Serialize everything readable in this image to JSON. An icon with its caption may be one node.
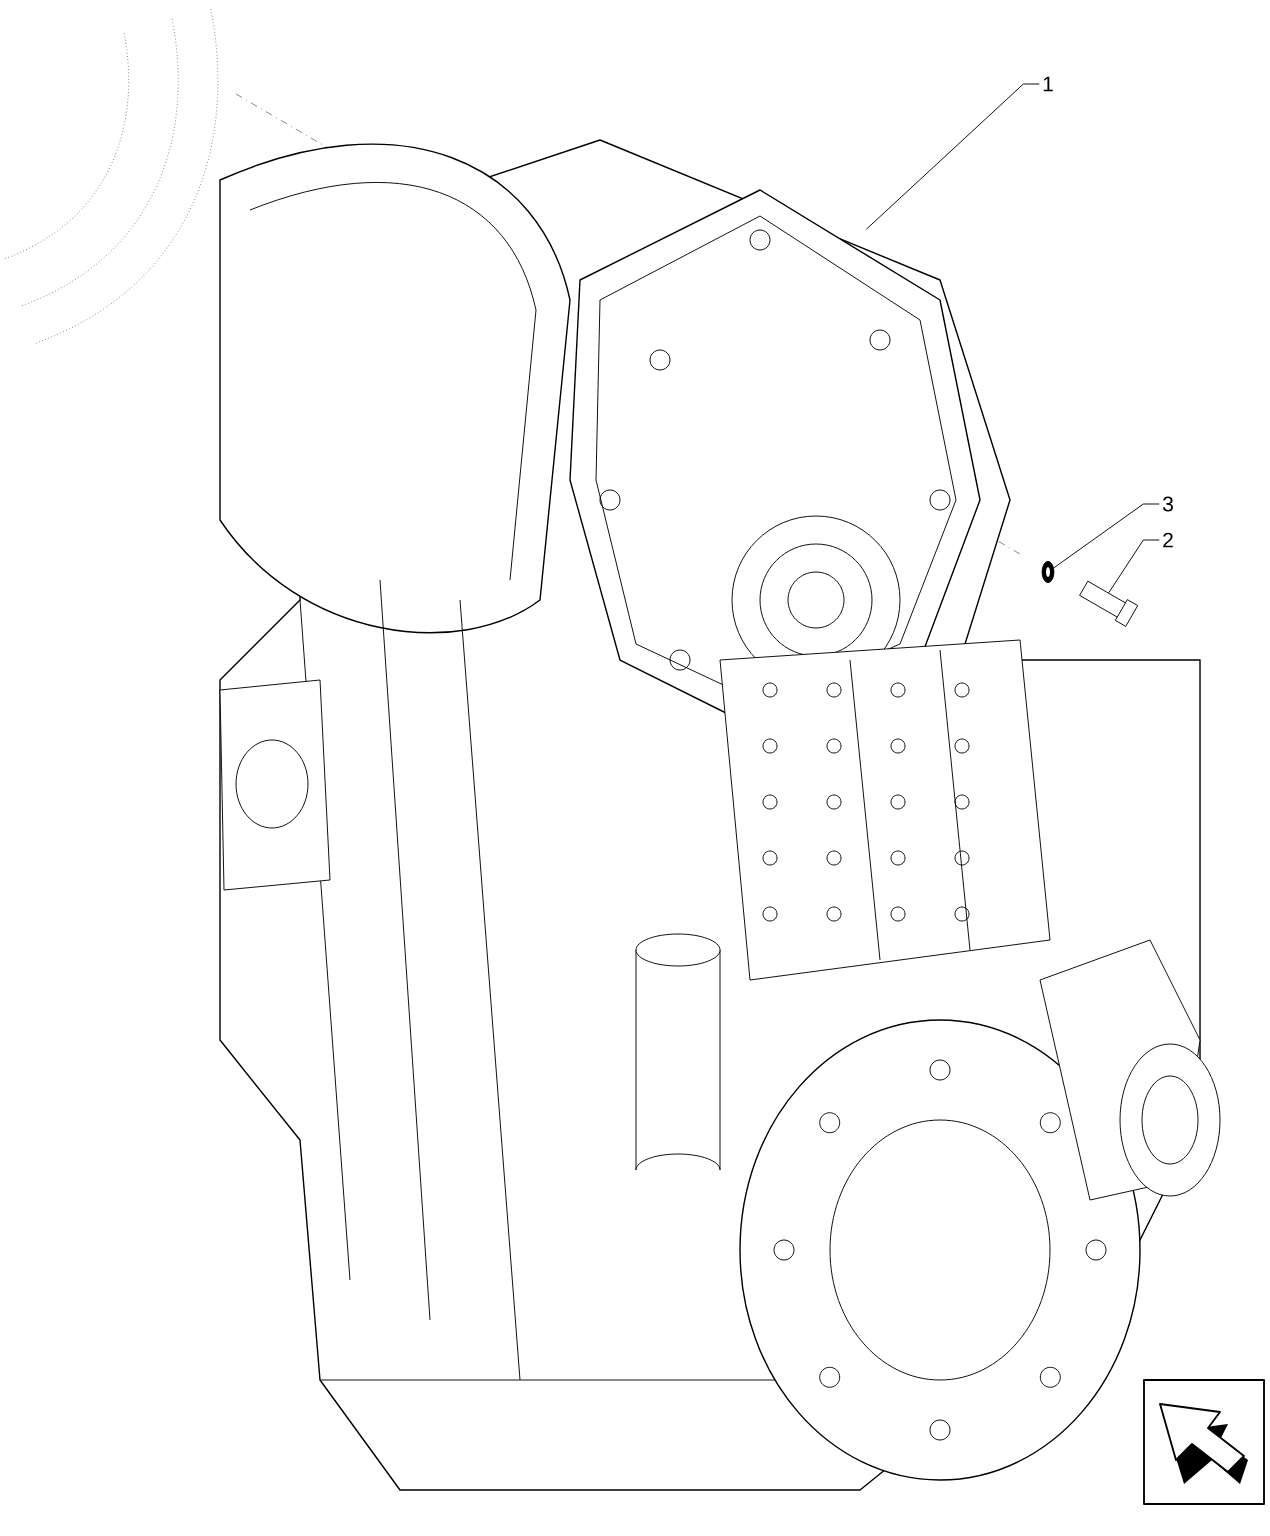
{
  "diagram": {
    "nodes": [
      {
        "text": [
          "1"
        ]
      },
      {
        "text": [
          "3"
        ]
      },
      {
        "text": [
          "2"
        ]
      },
      {
        "text": [],
        "shape": "picture"
      },
      {
        "text": [],
        "shape": "picture"
      },
      {
        "text": [],
        "shape": "picture"
      }
    ],
    "edges": [
      {
        "from": 0,
        "to": 3,
        "arrow": "none"
      },
      {
        "from": 1,
        "to": 5,
        "arrow": "none"
      },
      {
        "from": 2,
        "to": 4,
        "arrow": "none"
      }
    ]
  }
}
